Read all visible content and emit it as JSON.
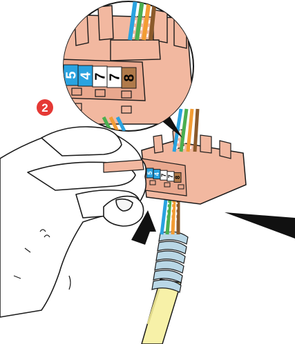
{
  "step": {
    "number": "2",
    "color": "#e53935"
  },
  "colors": {
    "connector": "#f2b8a0",
    "connector_dark": "#d9957a",
    "cable_jacket": "#f7f1a8",
    "spiral": "#b9d7e6",
    "outline": "#1a1a1a",
    "skin": "#ffffff"
  },
  "pin_labels": [
    {
      "text": "5",
      "bg": "#2aa3e0",
      "fg": "#ffffff"
    },
    {
      "text": "4",
      "bg": "#2aa3e0",
      "fg": "#ffffff"
    },
    {
      "text": "7",
      "bg": "#ffffff",
      "fg": "#000000"
    },
    {
      "text": "7",
      "bg": "#ffffff",
      "fg": "#000000"
    },
    {
      "text": "8",
      "bg": "#b07a4a",
      "fg": "#000000"
    }
  ],
  "wire_colors": [
    "#2aa3e0",
    "#ffffff",
    "#4caf50",
    "#ffffff",
    "#f39c33",
    "#ffffff",
    "#8b5a2b",
    "#ffffff"
  ],
  "icons": {
    "hand": "hand-illustration",
    "push_arrow": "push-arrow-icon",
    "pointer": "pointer-wedge-icon",
    "magnifier": "zoom-callout-circle"
  }
}
